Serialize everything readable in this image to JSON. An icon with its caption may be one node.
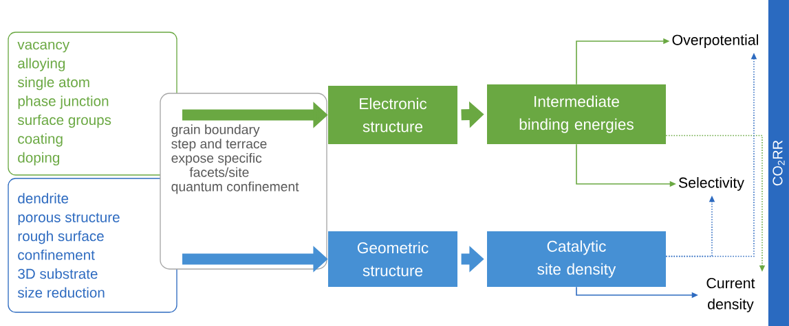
{
  "diagram": {
    "nodes": [
      {
        "text": [
          "vacancy",
          "alloying",
          "single atom",
          "phase junction",
          "surface groups",
          "coating",
          "doping"
        ]
      },
      {
        "text": [
          "dendrite",
          "porous structure",
          "rough surface",
          "confinement",
          "3D substrate",
          "size reduction"
        ]
      },
      {
        "text": [
          "grain boundary",
          "step and terrace",
          "expose specific facets/site",
          "quantum confinement"
        ]
      },
      {
        "text": [
          "Electronic structure"
        ]
      },
      {
        "text": [
          "Geometric structure"
        ]
      },
      {
        "text": [
          "Intermediate binding energies"
        ]
      },
      {
        "text": [
          "Catalytic site density"
        ]
      },
      {
        "text": [
          "Overpotential"
        ]
      },
      {
        "text": [
          "Selectivity"
        ]
      },
      {
        "text": [
          "Current density"
        ]
      },
      {
        "text": [
          "CO$_{2}$RR"
        ]
      }
    ],
    "edges": [
      {
        "from": 2,
        "to": 3,
        "arrow": "to",
        "style": "thick",
        "color": "#6aa842"
      },
      {
        "from": 2,
        "to": 4,
        "arrow": "to",
        "style": "thick",
        "color": "#4690d4"
      },
      {
        "from": 3,
        "to": 5,
        "arrow": "to",
        "style": "thick",
        "color": "#6aa842"
      },
      {
        "from": 4,
        "to": 6,
        "arrow": "to",
        "style": "thick",
        "color": "#4690d4"
      },
      {
        "from": 5,
        "to": 7,
        "arrow": "to",
        "color": "#6aa842"
      },
      {
        "from": 5,
        "to": 8,
        "arrow": "to",
        "color": "#6aa842"
      },
      {
        "from": 6,
        "to": 9,
        "arrow": "to",
        "color": "#2e6bc0"
      },
      {
        "from": 5,
        "to": 9,
        "arrow": "to",
        "style": "dashed",
        "color": "#6aa842"
      },
      {
        "from": 6,
        "to": 7,
        "arrow": "to",
        "style": "dashed",
        "color": "#2e6bc0"
      },
      {
        "from": 6,
        "to": 8,
        "arrow": "to",
        "style": "dashed",
        "color": "#2e6bc0"
      }
    ]
  }
}
